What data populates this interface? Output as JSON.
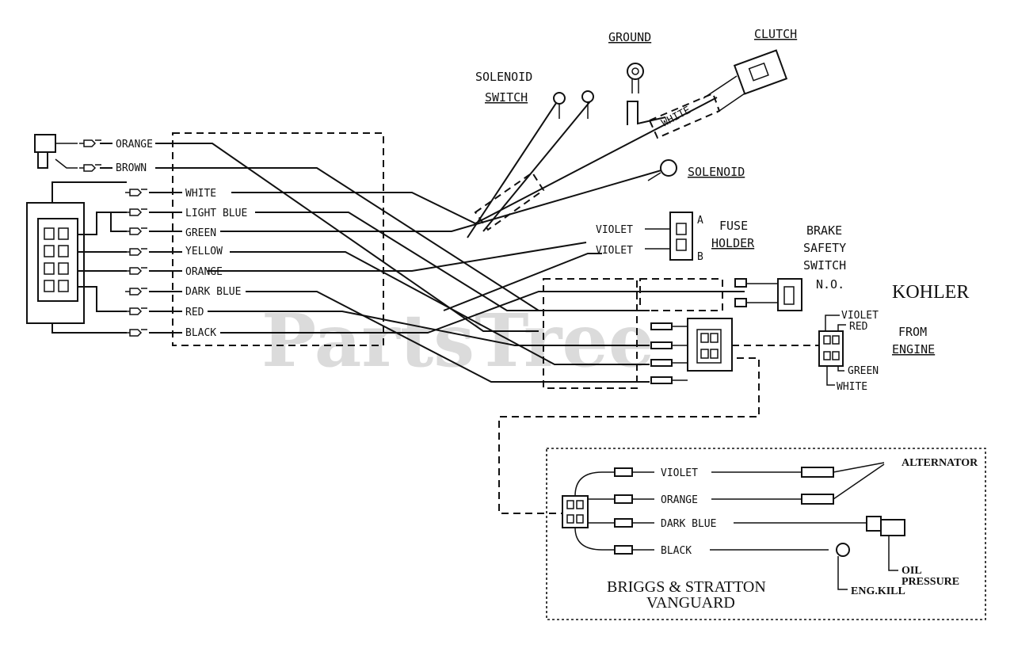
{
  "watermark": "PartsTree",
  "headers": {
    "ground": "GROUND",
    "clutch": "CLUTCH",
    "solenoid_switch_1": "SOLENOID",
    "solenoid_switch_2": "SWITCH",
    "solenoid": "SOLENOID",
    "fuse_1": "FUSE",
    "fuse_2": "HOLDER",
    "brake_1": "BRAKE",
    "brake_2": "SAFETY",
    "brake_3": "SWITCH",
    "brake_4": "N.O.",
    "kohler": "KOHLER",
    "from_engine_1": "FROM",
    "from_engine_2": "ENGINE"
  },
  "harness_wires": [
    "ORANGE",
    "BROWN",
    "WHITE",
    "LIGHT BLUE",
    "GREEN",
    "YELLOW",
    "ORANGE",
    "DARK BLUE",
    "RED",
    "BLACK"
  ],
  "clutch_wire": "WHITE",
  "fuse_wires": [
    "VIOLET",
    "VIOLET"
  ],
  "fuse_terminals": [
    "A",
    "B"
  ],
  "kohler_wires": [
    "VIOLET",
    "RED",
    "GREEN",
    "WHITE"
  ],
  "briggs": {
    "wires": [
      "VIOLET",
      "ORANGE",
      "DARK BLUE",
      "BLACK"
    ],
    "alternator": "ALTERNATOR",
    "oil_1": "OIL",
    "oil_2": "PRESSURE",
    "eng_kill": "ENG.KILL",
    "title_1": "BRIGGS & STRATTON",
    "title_2": "VANGUARD"
  }
}
